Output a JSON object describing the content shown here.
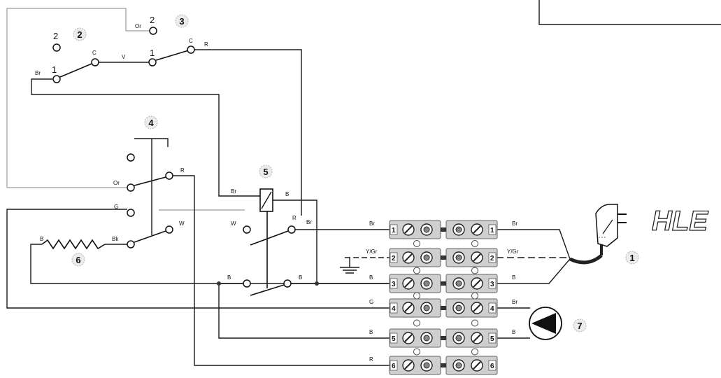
{
  "title": "HLE",
  "badges": [
    "1",
    "2",
    "3",
    "4",
    "5",
    "6",
    "7"
  ],
  "position_labels": [
    "2",
    "1",
    "2",
    "1"
  ],
  "switch_labels": [
    "C",
    "C"
  ],
  "wire_labels": {
    "or_top": "Or",
    "br_left": "Br",
    "v": "V",
    "r_top": "R",
    "or_mid": "Or",
    "r_mid": "R",
    "g": "G",
    "b_res": "B",
    "bk": "Bk",
    "w1": "W",
    "w2": "W",
    "br_relay": "Br",
    "b_relay": "B",
    "r_relay": "R",
    "br_relay2": "Br",
    "b_mid": "B",
    "b_mid2": "B"
  },
  "terminal_left_labels": [
    "Br",
    "Y/Gr",
    "B",
    "G",
    "B",
    "R"
  ],
  "terminal_right_labels": [
    "Br",
    "Y/Gr",
    "B",
    "Br",
    "B",
    ""
  ],
  "terminal_numbers": [
    "1",
    "2",
    "3",
    "4",
    "5",
    "6"
  ]
}
